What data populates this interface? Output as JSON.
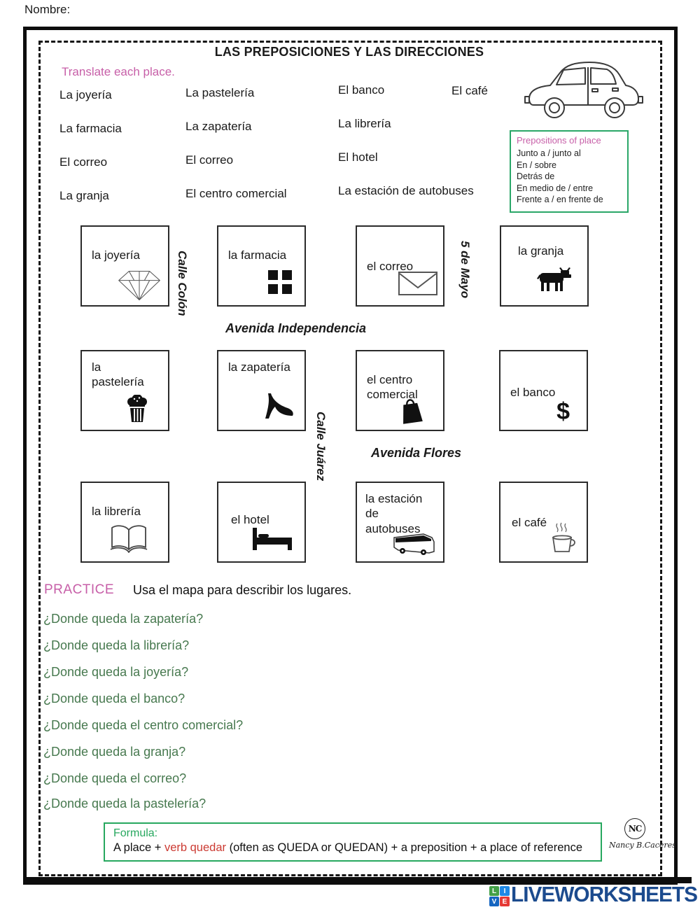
{
  "page": {
    "nombre_label": "Nombre:",
    "title": "LAS PREPOSICIONES Y LAS DIRECCIONES",
    "translate_instruction": "Translate each place."
  },
  "word_list": {
    "col1": [
      "La joyería",
      "La farmacia",
      "El correo",
      "La granja"
    ],
    "col2": [
      "La pastelería",
      "La zapatería",
      "El correo",
      "El centro comercial"
    ],
    "col3": [
      "El banco",
      "La librería",
      "El hotel",
      "La estación de autobuses"
    ],
    "col4": [
      "El café"
    ]
  },
  "prepositions_box": {
    "title": "Prepositions of place",
    "items": [
      "Junto a / junto al",
      "En / sobre",
      "Detrás de",
      "En medio de / entre",
      "Frente a / en frente de"
    ]
  },
  "map": {
    "streets": {
      "calle_colon": "Calle Colón",
      "cinco_de_mayo": "5 de Mayo",
      "avenida_independencia": "Avenida Independencia",
      "calle_juarez": "Calle Juárez",
      "avenida_flores": "Avenida Flores"
    },
    "places": {
      "joyeria": "la joyería",
      "farmacia": "la farmacia",
      "correo": "el correo",
      "granja": "la granja",
      "pasteleria": "la pastelería",
      "zapateria": "la zapatería",
      "centro_comercial": "el centro comercial",
      "banco": "el banco",
      "libreria": "la librería",
      "hotel": "el hotel",
      "estacion": "la estación de autobuses",
      "cafe": "el café"
    },
    "symbols": {
      "banco_dollar": "$"
    }
  },
  "practice": {
    "heading": "PRACTICE",
    "instruction": "Usa el mapa para describir los lugares.",
    "questions": [
      "¿Donde queda la zapatería?",
      "¿Donde queda la librería?",
      "¿Donde queda la joyería?",
      "¿Donde queda el banco?",
      "¿Donde queda el centro comercial?",
      "¿Donde queda la granja?",
      "¿Donde queda el correo?",
      "¿Donde queda la pastelería?"
    ]
  },
  "formula_box": {
    "label": "Formula:",
    "part1": "A place + ",
    "highlight": "verb quedar",
    "part2": " (often as QUEDA or QUEDAN) + a preposition + a place of reference"
  },
  "signature": {
    "monogram": "NC",
    "name": "Nancy B.Caceres"
  },
  "footer": {
    "logo_letters": [
      "L",
      "I",
      "V",
      "E"
    ],
    "brand": "LIVEWORKSHEETS"
  },
  "colors": {
    "accent_pink": "#c75fa8",
    "question_green": "#47794f",
    "box_green": "#2aa768",
    "highlight_red": "#cc3b33",
    "brand_blue": "#1c4b8e"
  }
}
